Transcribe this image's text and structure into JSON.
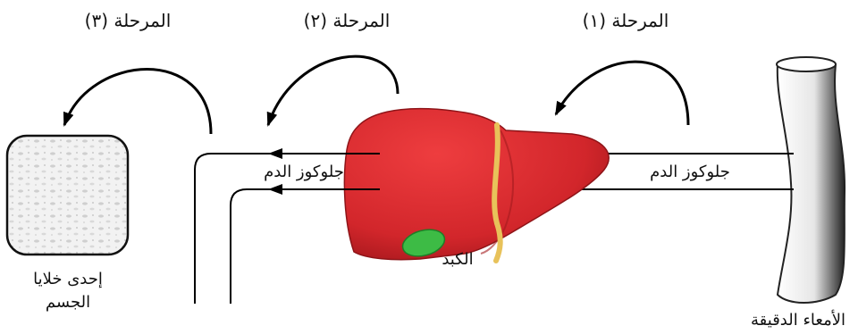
{
  "stages": {
    "stage1": "المرحلة (١)",
    "stage2": "المرحلة (٢)",
    "stage3": "المرحلة (٣)"
  },
  "labels": {
    "blood_glucose_right": "جلوكوز الدم",
    "blood_glucose_left": "جلوكوز الدم",
    "liver": "الكبد",
    "small_intestine": "الأمعاء الدقيقة",
    "body_cell_line1": "إحدى خلايا",
    "body_cell_line2": "الجسم"
  },
  "colors": {
    "liver": "#d9262c",
    "liver_shadow": "#a81a1f",
    "gallbladder": "#3dbb45",
    "ligament": "#e8c25a",
    "line": "#000000"
  }
}
